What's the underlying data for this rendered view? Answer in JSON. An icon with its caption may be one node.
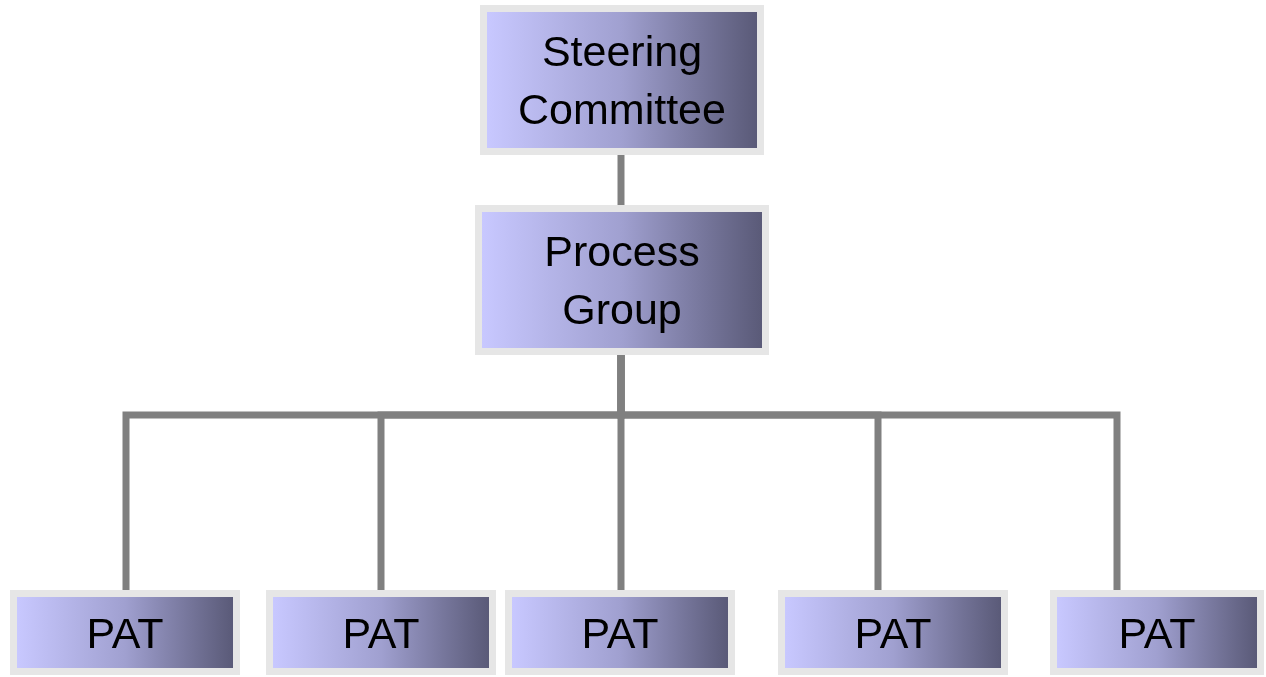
{
  "diagram": {
    "nodes": [
      {
        "text": [
          "Steering Committee"
        ]
      },
      {
        "text": [
          "Process Group"
        ]
      },
      {
        "text": [
          "PAT"
        ]
      },
      {
        "text": [
          "PAT"
        ]
      },
      {
        "text": [
          "PAT"
        ]
      },
      {
        "text": [
          "PAT"
        ]
      },
      {
        "text": [
          "PAT"
        ]
      }
    ],
    "edges": [
      {
        "from": 0,
        "to": 1,
        "arrow": "none"
      },
      {
        "from": 1,
        "to": 2,
        "arrow": "none"
      },
      {
        "from": 1,
        "to": 3,
        "arrow": "none"
      },
      {
        "from": 1,
        "to": 4,
        "arrow": "none"
      },
      {
        "from": 1,
        "to": 5,
        "arrow": "none"
      },
      {
        "from": 1,
        "to": 6,
        "arrow": "none"
      }
    ]
  }
}
